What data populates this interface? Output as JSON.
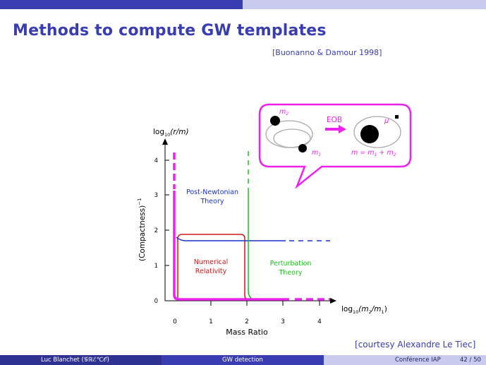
{
  "slide": {
    "title": "Methods to compute GW templates",
    "reference": "[Buonanno & Damour 1998]",
    "courtesy": "[courtesy Alexandre Le Tiec]"
  },
  "footer": {
    "author": "Luc Blanchet  (𝒢ℝℰ℃𝒪)",
    "topic": "GW detection",
    "venue": "Conférence IAP",
    "page": "42 / 50"
  },
  "diagram": {
    "y_axis_top_label": "log",
    "y_axis_top_sub": "10",
    "y_axis_top_arg": "(r/m)",
    "y_axis_side_label": "(Compactness)",
    "y_axis_side_exp": "−1",
    "x_axis_label": "log",
    "x_axis_sub": "10",
    "x_axis_arg_pre": "(m",
    "x_axis_arg_sub1": "2",
    "x_axis_arg_mid": "/m",
    "x_axis_arg_sub2": "1",
    "x_axis_arg_post": ")",
    "x_axis_title": "Mass Ratio",
    "x_ticks": [
      "0",
      "1",
      "2",
      "3",
      "4"
    ],
    "y_ticks": [
      "0",
      "1",
      "2",
      "3",
      "4"
    ],
    "regions": {
      "pn_line1": "Post-Newtonian",
      "pn_line2": "Theory",
      "nr_line1": "Numerical",
      "nr_line2": "Relativity",
      "pt_line1": "Perturbation",
      "pt_line2": "Theory"
    },
    "inset": {
      "m2_label": "m",
      "m2_sub": "2",
      "m1_label": "m",
      "m1_sub": "1",
      "eob_label": "EOB",
      "mu_label": "μ",
      "mass_eq_pre": "m = m",
      "mass_eq_sub1": "1",
      "mass_eq_mid": " + m",
      "mass_eq_sub2": "2"
    },
    "colors": {
      "pn": "#1a33cc",
      "nr": "#cc1a1a",
      "pt": "#22bb22",
      "magenta": "#ee22ee",
      "axis": "#000000"
    }
  }
}
